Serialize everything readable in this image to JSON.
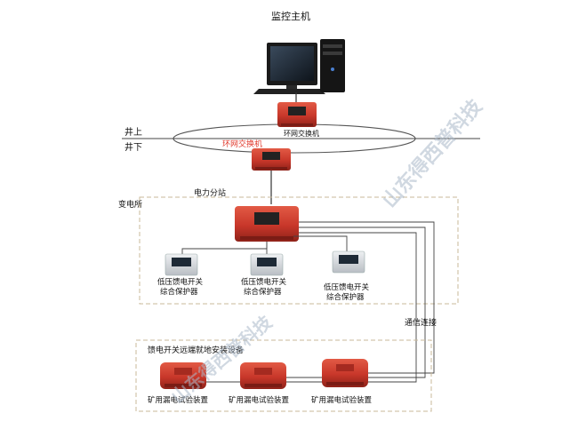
{
  "title": "监控主机",
  "labels": {
    "above_ground": "井上",
    "below_ground": "井下",
    "ring_switch_top": "环网交换机",
    "ring_switch_bottom": "环网交换机",
    "power_substation": "电力分站",
    "substation_area": "变电所",
    "comm_connection": "通信连接",
    "feeder_area": "馈电开关远端就地安装设备"
  },
  "protectors": [
    {
      "line1": "低压馈电开关",
      "line2": "综合保护器"
    },
    {
      "line1": "低压馈电开关",
      "line2": "综合保护器"
    },
    {
      "line1": "低压馈电开关",
      "line2": "综合保护器"
    }
  ],
  "leak_testers": [
    {
      "label": "矿用漏电试验装置"
    },
    {
      "label": "矿用漏电试验装置"
    },
    {
      "label": "矿用漏电试验装置"
    }
  ],
  "watermark": "山东得西普科技",
  "colors": {
    "device_red": "#c8372a",
    "device_dark": "#8e2219",
    "ring_label": "#e0382b",
    "dash": "#c9b99a",
    "watermark": "#aab8c8"
  }
}
